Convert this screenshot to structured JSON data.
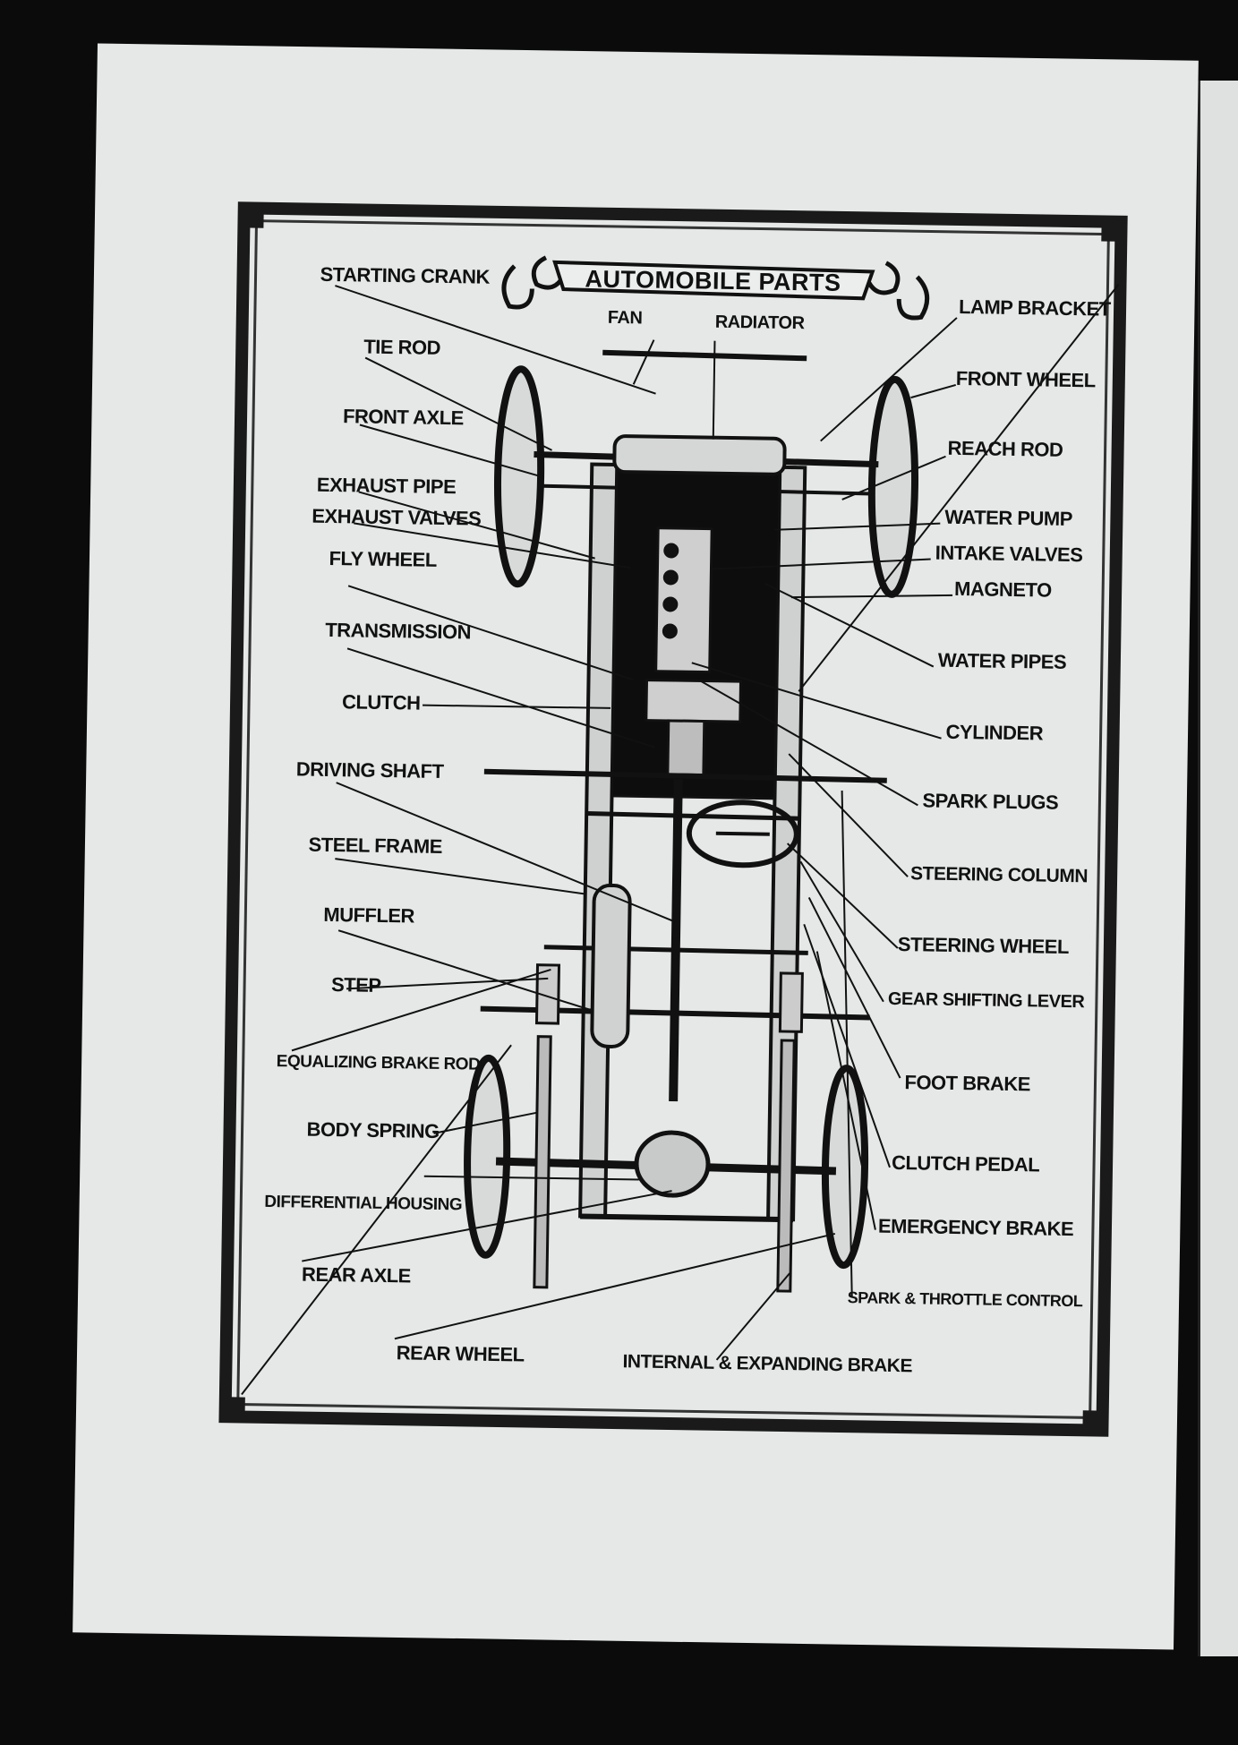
{
  "diagram": {
    "title": "AUTOMOBILE PARTS",
    "labels_left": [
      "STARTING CRANK",
      "TIE ROD",
      "FRONT AXLE",
      "EXHAUST PIPE",
      "EXHAUST VALVES",
      "FLY WHEEL",
      "TRANSMISSION",
      "CLUTCH",
      "DRIVING SHAFT",
      "STEEL FRAME",
      "MUFFLER",
      "STEP",
      "EQUALIZING BRAKE ROD",
      "BODY SPRING",
      "DIFFERENTIAL HOUSING",
      "REAR AXLE"
    ],
    "labels_right": [
      "LAMP BRACKET",
      "FRONT WHEEL",
      "REACH ROD",
      "WATER PUMP",
      "INTAKE VALVES",
      "MAGNETO",
      "WATER PIPES",
      "CYLINDER",
      "SPARK PLUGS",
      "STEERING COLUMN",
      "STEERING WHEEL",
      "GEAR SHIFTING LEVER",
      "FOOT BRAKE",
      "CLUTCH PEDAL",
      "EMERGENCY BRAKE",
      "SPARK & THROTTLE CONTROL"
    ],
    "labels_top": [
      "FAN",
      "RADIATOR"
    ],
    "labels_bottom": [
      "REAR WHEEL",
      "INTERNAL & EXPANDING BRAKE"
    ]
  }
}
